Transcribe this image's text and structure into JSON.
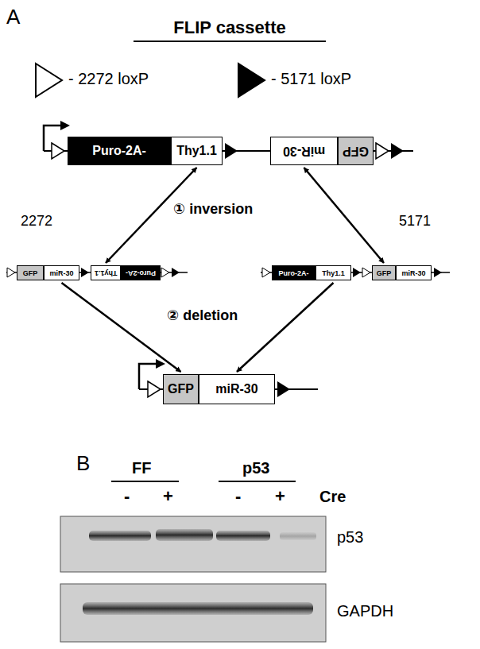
{
  "diagram": {
    "title": "FLIP cassette",
    "nodes": [
      {
        "text": [
          "Puro-2A-"
        ]
      },
      {
        "text": [
          "Thy1.1"
        ]
      },
      {
        "text": [
          "miR-30"
        ]
      },
      {
        "text": [
          "GFP"
        ]
      },
      {
        "text": [
          "GFP"
        ]
      },
      {
        "text": [
          "miR-30"
        ]
      },
      {
        "text": [
          "Thy1.1"
        ]
      },
      {
        "text": [
          "Puro-2A-"
        ]
      },
      {
        "text": [
          "Puro-2A-"
        ]
      },
      {
        "text": [
          "Thy1.1"
        ]
      },
      {
        "text": [
          "GFP"
        ]
      },
      {
        "text": [
          "miR-30"
        ]
      },
      {
        "text": [
          "GFP"
        ]
      },
      {
        "text": [
          "miR-30"
        ]
      }
    ],
    "edges": [
      {
        "from": 1,
        "to": 6,
        "label": "2272",
        "arrow": "both"
      },
      {
        "from": 2,
        "to": 10,
        "label": "5171",
        "arrow": "both"
      },
      {
        "from": 5,
        "to": 12,
        "arrow": "to"
      },
      {
        "from": 9,
        "to": 13,
        "arrow": "to"
      }
    ],
    "labels": [
      "A",
      "① inversion",
      "② deletion",
      "B",
      "FF",
      "p53",
      "-",
      "+",
      "-",
      "+",
      "Cre",
      "p53",
      "GAPDH"
    ],
    "legend": [
      {
        "text": "- 2272 loxP"
      },
      {
        "text": "- 5171 loxP"
      }
    ]
  }
}
